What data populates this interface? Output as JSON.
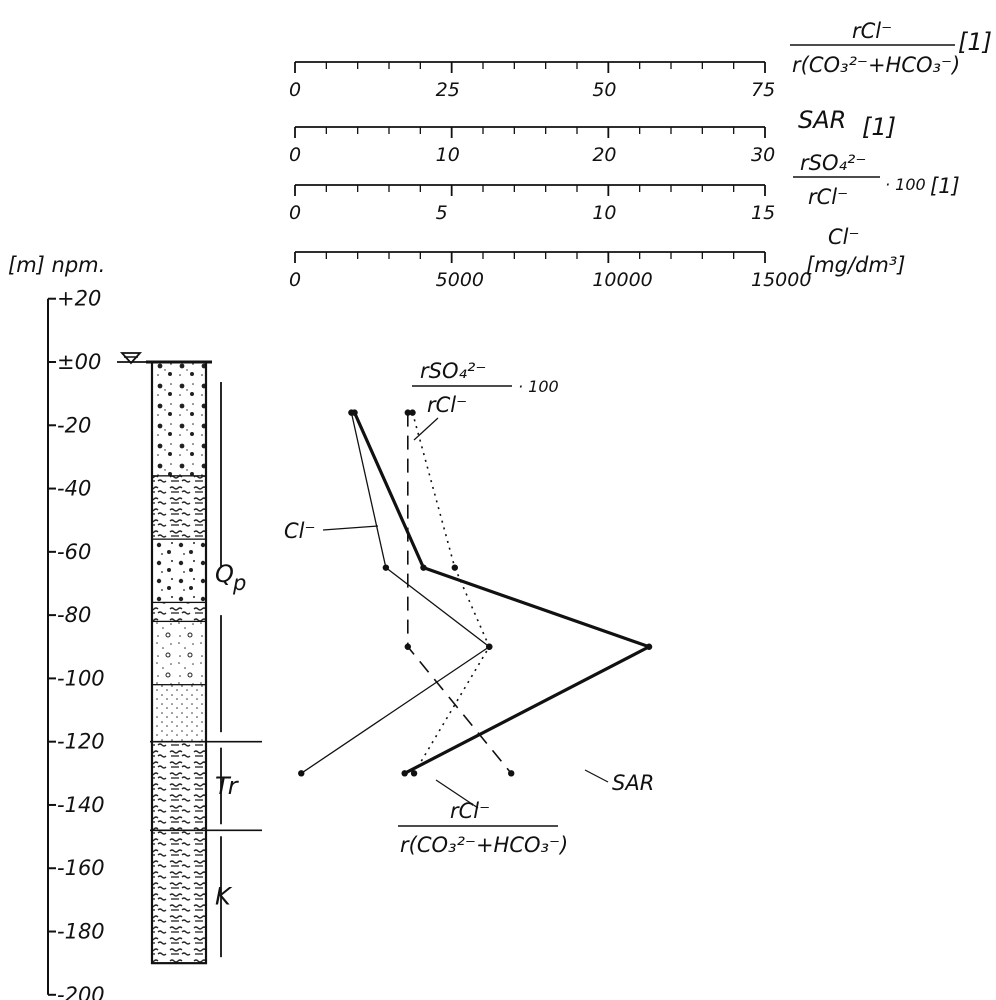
{
  "chart_data": {
    "type": "line",
    "y_axis": {
      "unit_label": "[m] npm.",
      "ticks": [
        "+20",
        "±00",
        "-20",
        "-40",
        "-60",
        "-80",
        "-100",
        "-120",
        "-140",
        "-160",
        "-180",
        "-200"
      ],
      "range": [
        20,
        -200
      ]
    },
    "scales": [
      {
        "id": "ratio",
        "numerator": "rCl⁻",
        "denominator": "r(CO₃²⁻+HCO₃⁻)",
        "unit": "[1]",
        "tick_labels": [
          "0",
          "25",
          "50",
          "75"
        ],
        "range": [
          0,
          75
        ]
      },
      {
        "id": "sar",
        "label": "SAR",
        "unit": "[1]",
        "tick_labels": [
          "0",
          "10",
          "20",
          "30"
        ],
        "range": [
          0,
          30
        ]
      },
      {
        "id": "so4",
        "numerator": "rSO₄²⁻",
        "denominator": "rCl⁻",
        "multiplier": "· 100",
        "unit": "[1]",
        "tick_labels": [
          "0",
          "5",
          "10",
          "15"
        ],
        "range": [
          0,
          15
        ]
      },
      {
        "id": "cl",
        "label": "Cl⁻",
        "unit": "[mg/dm³]",
        "tick_labels": [
          "0",
          "5000",
          "10000",
          "15000"
        ],
        "range": [
          0,
          15000
        ]
      }
    ],
    "series": [
      {
        "name": "Cl⁻",
        "scale": "cl",
        "style": "thin",
        "depths": [
          -16,
          -65,
          -90,
          -130
        ],
        "values": [
          1800,
          2900,
          6200,
          200
        ]
      },
      {
        "name": "rCl⁻ / r(CO₃²⁻+HCO₃⁻)",
        "scale": "ratio",
        "style": "thick",
        "depths": [
          -16,
          -65,
          -90,
          -130
        ],
        "values": [
          9.5,
          20.5,
          56.5,
          17.5
        ]
      },
      {
        "name": "rSO₄²⁻ / rCl⁻ · 100",
        "scale": "so4",
        "style": "dashed",
        "depths": [
          -16,
          -90,
          -130
        ],
        "values": [
          3.6,
          3.6,
          6.9
        ]
      },
      {
        "name": "SAR",
        "scale": "sar",
        "style": "dotted",
        "depths": [
          -16,
          -65,
          -90,
          -130
        ],
        "values": [
          7.5,
          10.2,
          12.4,
          7.6
        ]
      }
    ],
    "series_labels": {
      "cl": "Cl⁻",
      "ratio_num": "rCl⁻",
      "ratio_den": "r(CO₃²⁻+HCO₃⁻)",
      "so4_num": "rSO₄²⁻",
      "so4_den": "rCl⁻",
      "so4_mult": "· 100",
      "sar": "SAR"
    },
    "water_level": 0,
    "strata": [
      {
        "label": "Q",
        "sub": "p",
        "top": 0,
        "bottom": -120
      },
      {
        "label": "Tr",
        "top": -120,
        "bottom": -148
      },
      {
        "label": "K",
        "top": -148,
        "bottom": -190
      }
    ],
    "lithology": [
      {
        "type": "gravel-sand",
        "top": 0,
        "bottom": -36
      },
      {
        "type": "clay",
        "top": -36,
        "bottom": -56
      },
      {
        "type": "gravel",
        "top": -56,
        "bottom": -76
      },
      {
        "type": "clay",
        "top": -76,
        "bottom": -82
      },
      {
        "type": "sand-gravel",
        "top": -82,
        "bottom": -102
      },
      {
        "type": "sand",
        "top": -102,
        "bottom": -120
      },
      {
        "type": "clay",
        "top": -120,
        "bottom": -190
      }
    ]
  }
}
